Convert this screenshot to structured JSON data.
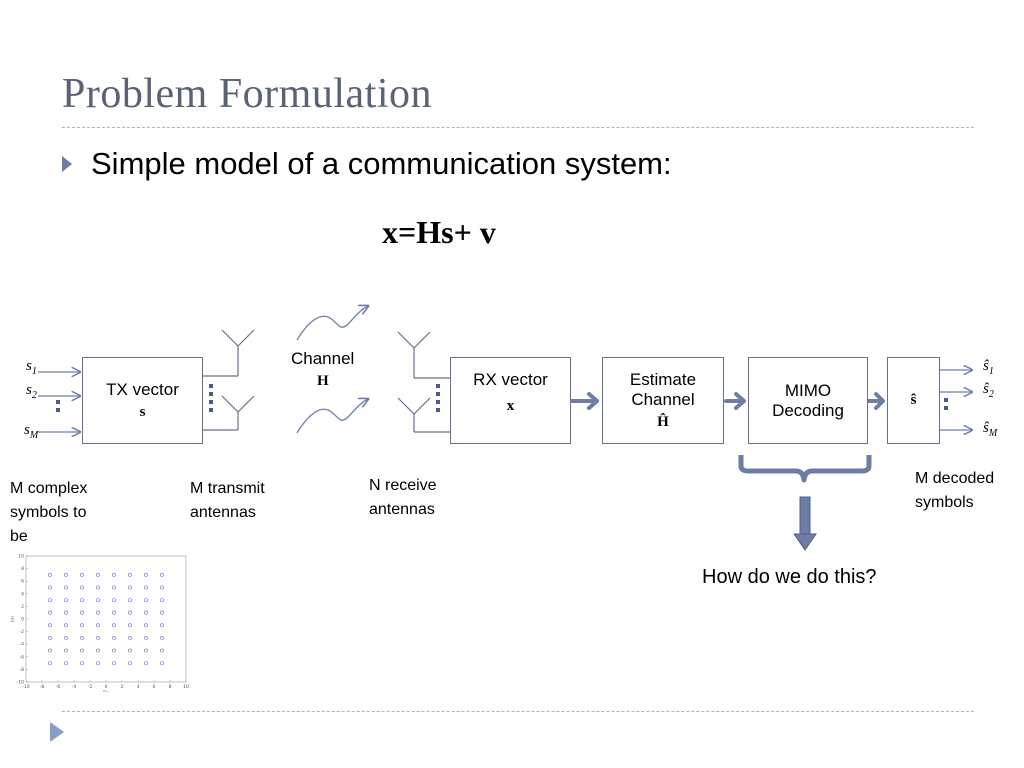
{
  "slide": {
    "title": "Problem Formulation",
    "bullet": "Simple model of a communication system:",
    "equation": "x=Hs+ v"
  },
  "diagram": {
    "inputs": [
      {
        "base": "s",
        "sub": "1"
      },
      {
        "base": "s",
        "sub": "2"
      },
      {
        "base": "s",
        "sub": "M"
      }
    ],
    "outputs": [
      {
        "base": "ŝ",
        "sub": "1"
      },
      {
        "base": "ŝ",
        "sub": "2"
      },
      {
        "base": "ŝ",
        "sub": "M"
      }
    ],
    "tx_block": {
      "label": "TX vector",
      "symbol": "s"
    },
    "channel": {
      "label": "Channel",
      "symbol": "H"
    },
    "rx_block": {
      "label": "RX vector",
      "symbol": "x"
    },
    "estimate_block": {
      "line1": "Estimate",
      "line2": "Channel",
      "symbol": "Ĥ"
    },
    "mimo_block": {
      "line1": "MIMO",
      "line2": "Decoding"
    },
    "output_block": {
      "symbol": "ŝ"
    },
    "captions": {
      "inputs": [
        "M complex",
        "symbols to",
        "be"
      ],
      "tx_antennas": [
        "M transmit",
        "antennas"
      ],
      "rx_antennas": [
        "N receive",
        "antennas"
      ],
      "outputs": [
        "M decoded",
        "symbols"
      ]
    },
    "question": "How do we do this?"
  },
  "colors": {
    "title": "#5a6275",
    "accent_arrow": "#6e7da6",
    "block_border": "#6b7088",
    "rule": "#a9b4c6"
  },
  "constellation": {
    "xlabel": "Re",
    "ylabel": "Im",
    "x_ticks": [
      "-10",
      "-8",
      "-6",
      "-4",
      "-2",
      "0",
      "2",
      "4",
      "6",
      "8",
      "10"
    ],
    "y_ticks": [
      "10",
      "8",
      "6",
      "4",
      "2",
      "0",
      "-2",
      "-4",
      "-6",
      "-8",
      "-10"
    ],
    "points_axis": [
      -7,
      -5,
      -3,
      -1,
      1,
      3,
      5,
      7
    ]
  }
}
